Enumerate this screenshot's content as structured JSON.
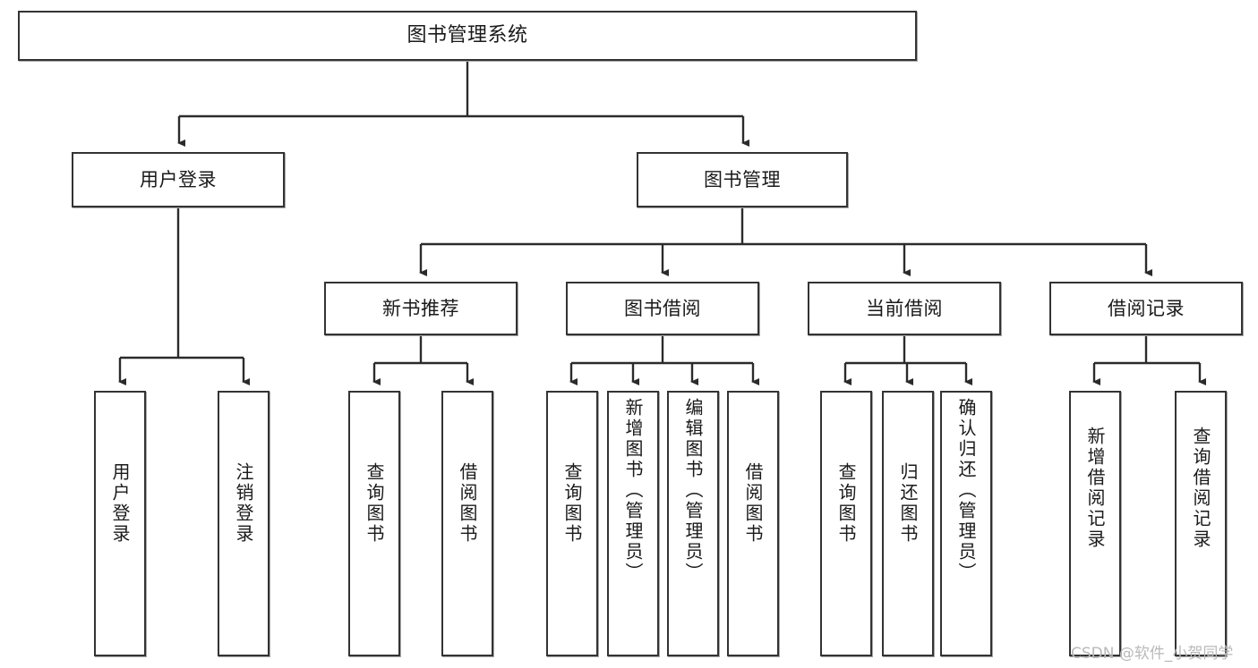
{
  "diagram": {
    "type": "tree-hierarchy-chart",
    "title_text": "图书管理系统",
    "stroke_color": "#333333",
    "background_color": "#ffffff",
    "watermark": "CSDN @软件_小贺同学",
    "levels": {
      "root": {
        "label": "图书管理系统"
      },
      "level2": [
        {
          "label": "用户登录"
        },
        {
          "label": "图书管理"
        }
      ],
      "level3": [
        {
          "label": "新书推荐"
        },
        {
          "label": "图书借阅"
        },
        {
          "label": "当前借阅"
        },
        {
          "label": "借阅记录"
        }
      ],
      "leaves": {
        "user_login": [
          {
            "label": "用户登录"
          },
          {
            "label": "注销登录"
          }
        ],
        "new_book_recommend": [
          {
            "label": "查询图书"
          },
          {
            "label": "借阅图书"
          }
        ],
        "book_borrow": [
          {
            "label": "查询图书"
          },
          {
            "label": "新增图书（管理员）"
          },
          {
            "label": "编辑图书（管理员）"
          },
          {
            "label": "借阅图书"
          }
        ],
        "current_borrow": [
          {
            "label": "查询图书"
          },
          {
            "label": "归还图书"
          },
          {
            "label": "确认归还（管理员）"
          }
        ],
        "borrow_record": [
          {
            "label": "新增借阅记录"
          },
          {
            "label": "查询借阅记录"
          }
        ]
      }
    }
  }
}
